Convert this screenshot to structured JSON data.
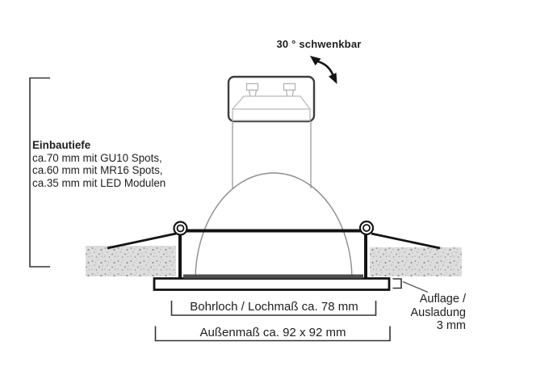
{
  "diagram": {
    "swivel_label": "30 ° schwenkbar",
    "depth": {
      "title": "Einbautiefe",
      "lines": [
        "ca.70 mm mit GU10 Spots,",
        "ca.60 mm mit MR16 Spots,",
        "ca.35 mm mit LED Modulen"
      ]
    },
    "hole_dimension": "Bohrloch / Lochmaß ca. 78 mm",
    "outer_dimension": "Außenmaß ca. 92 x 92 mm",
    "flange": {
      "lines": [
        "Auflage /",
        "Ausladung",
        "3 mm"
      ]
    }
  },
  "icons": {
    "swivel_arrow": "curved-double-headed-arrow"
  },
  "colors": {
    "background": "#ffffff",
    "line_strong": "#141414",
    "line_medium": "#3d3d3d",
    "line_light": "#8c8c8c",
    "line_faint": "#b4b4b4",
    "ceiling_fill": "#dddddd",
    "ceiling_speckle": "#909090",
    "glass_bar": "#4d4d4d",
    "text": "#1d1d1d"
  }
}
